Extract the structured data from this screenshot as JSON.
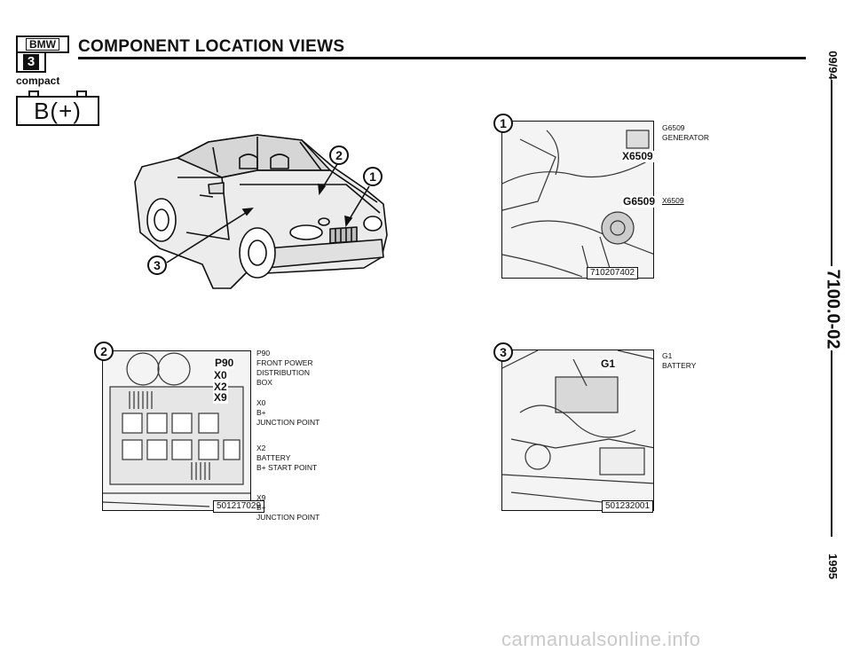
{
  "header": {
    "title": "COMPONENT LOCATION VIEWS",
    "logo_brand": "BMW",
    "logo_series": "3",
    "model": "compact",
    "circuit_label": "B(+)"
  },
  "side_margin": {
    "date": "09/94",
    "doc_number": "7100.0-02",
    "year": "1995"
  },
  "views": [
    {
      "number": "1",
      "photo_code": "710207402",
      "callouts": [
        "X6509",
        "G6509"
      ],
      "labels": [
        {
          "id": "G6509",
          "text": "GENERATOR"
        },
        {
          "id": "X6509",
          "text": ""
        }
      ]
    },
    {
      "number": "2",
      "photo_code": "501217029",
      "callouts": [
        "P90",
        "X0",
        "X2",
        "X9"
      ],
      "labels": [
        {
          "id": "P90",
          "lines": [
            "FRONT POWER",
            "DISTRIBUTION",
            "BOX"
          ]
        },
        {
          "id": "X0",
          "lines": [
            "B+",
            "JUNCTION POINT"
          ]
        },
        {
          "id": "X2",
          "lines": [
            "BATTERY",
            "B+  START POINT"
          ]
        },
        {
          "id": "X9",
          "lines": [
            "B+",
            "JUNCTION POINT"
          ]
        }
      ]
    },
    {
      "number": "3",
      "photo_code": "501232001",
      "callouts": [
        "G1"
      ],
      "labels": [
        {
          "id": "G1",
          "text": "BATTERY"
        }
      ]
    }
  ],
  "overview": {
    "markers": [
      "1",
      "2",
      "3"
    ]
  },
  "watermark": "carmanualsonline.info"
}
